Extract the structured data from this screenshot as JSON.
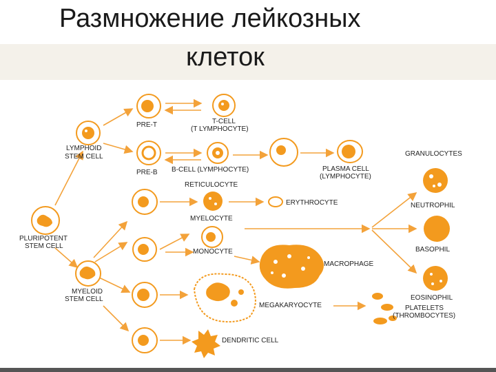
{
  "title": {
    "line1": "Размножение лейкозных",
    "line2": "клеток"
  },
  "labels": {
    "pluripotent_line1": "PLURIPOTENT",
    "pluripotent_line2": "STEM CELL",
    "lymphoid_line1": "LYMPHOID",
    "lymphoid_line2": "STEM CELL",
    "myeloid_line1": "MYELOID",
    "myeloid_line2": "STEM CELL",
    "pre_t": "PRE-T",
    "t_cell_line1": "T-CELL",
    "t_cell_line2": "(T LYMPHOCYTE)",
    "pre_b": "PRE-B",
    "b_cell": "B-CELL (LYMPHOCYTE)",
    "plasma_line1": "PLASMA CELL",
    "plasma_line2": "(LYMPHOCYTE)",
    "granulocytes": "GRANULOCYTES",
    "reticulocyte": "RETICULOCYTE",
    "erythrocyte": "ERYTHROCYTE",
    "neutrophil": "NEUTROPHIL",
    "myelocyte": "MYELOCYTE",
    "basophil": "BASOPHIL",
    "monocyte": "MONOCYTE",
    "macrophage": "MACROPHAGE",
    "megakaryocyte": "MEGAKARYOCYTE",
    "eosinophil": "EOSINOPHIL",
    "platelets_line1": "PLATELETS",
    "platelets_line2": "(THROMBOCYTES)",
    "dendritic": "DENDRITIC CELL"
  },
  "colors": {
    "cell_fill": "#f39a1e",
    "cell_dark": "#e57f10",
    "line": "#f3a23a",
    "text": "#222222",
    "title_band": "#f4f1ea"
  }
}
